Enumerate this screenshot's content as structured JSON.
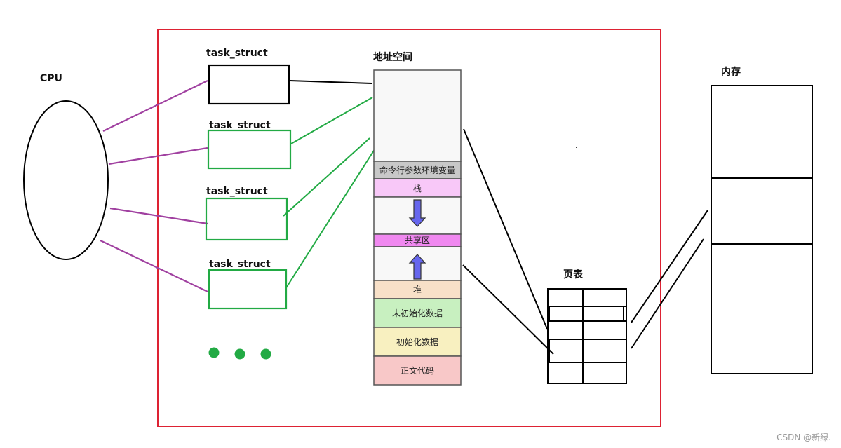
{
  "cpu": {
    "label": "CPU"
  },
  "tasks": [
    {
      "label": "task_struct",
      "state": "active",
      "color": "#000000"
    },
    {
      "label": "task_struct",
      "state": "waiting",
      "color": "#22aa44"
    },
    {
      "label": "task_struct",
      "state": "waiting",
      "color": "#22aa44"
    },
    {
      "label": "task_struct",
      "state": "waiting",
      "color": "#22aa44"
    }
  ],
  "address_space": {
    "title": "地址空间",
    "segments": [
      {
        "label": "",
        "color": "#f8f8f8"
      },
      {
        "label": "命令行参数环境变量",
        "color": "#c8c8c8"
      },
      {
        "label": "栈",
        "color": "#f8c8f8"
      },
      {
        "label": "",
        "color": "#f8f8f8",
        "arrow": "down"
      },
      {
        "label": "共享区",
        "color": "#f088f0"
      },
      {
        "label": "",
        "color": "#f8f8f8",
        "arrow": "up"
      },
      {
        "label": "堆",
        "color": "#f8e0c8"
      },
      {
        "label": "未初始化数据",
        "color": "#c8f0c0"
      },
      {
        "label": "初始化数据",
        "color": "#f8f0c0"
      },
      {
        "label": "正文代码",
        "color": "#f8c8c8"
      }
    ]
  },
  "page_table": {
    "label": "页表",
    "rows": 5,
    "cols": 2
  },
  "memory": {
    "label": "内存",
    "blocks": 3
  },
  "colors": {
    "frame": "#dd2233",
    "cpu_link": "#a040a0",
    "green": "#22aa44",
    "arrow": "#6666ee",
    "dot": "#22aa44"
  },
  "watermark": "CSDN @新绿."
}
